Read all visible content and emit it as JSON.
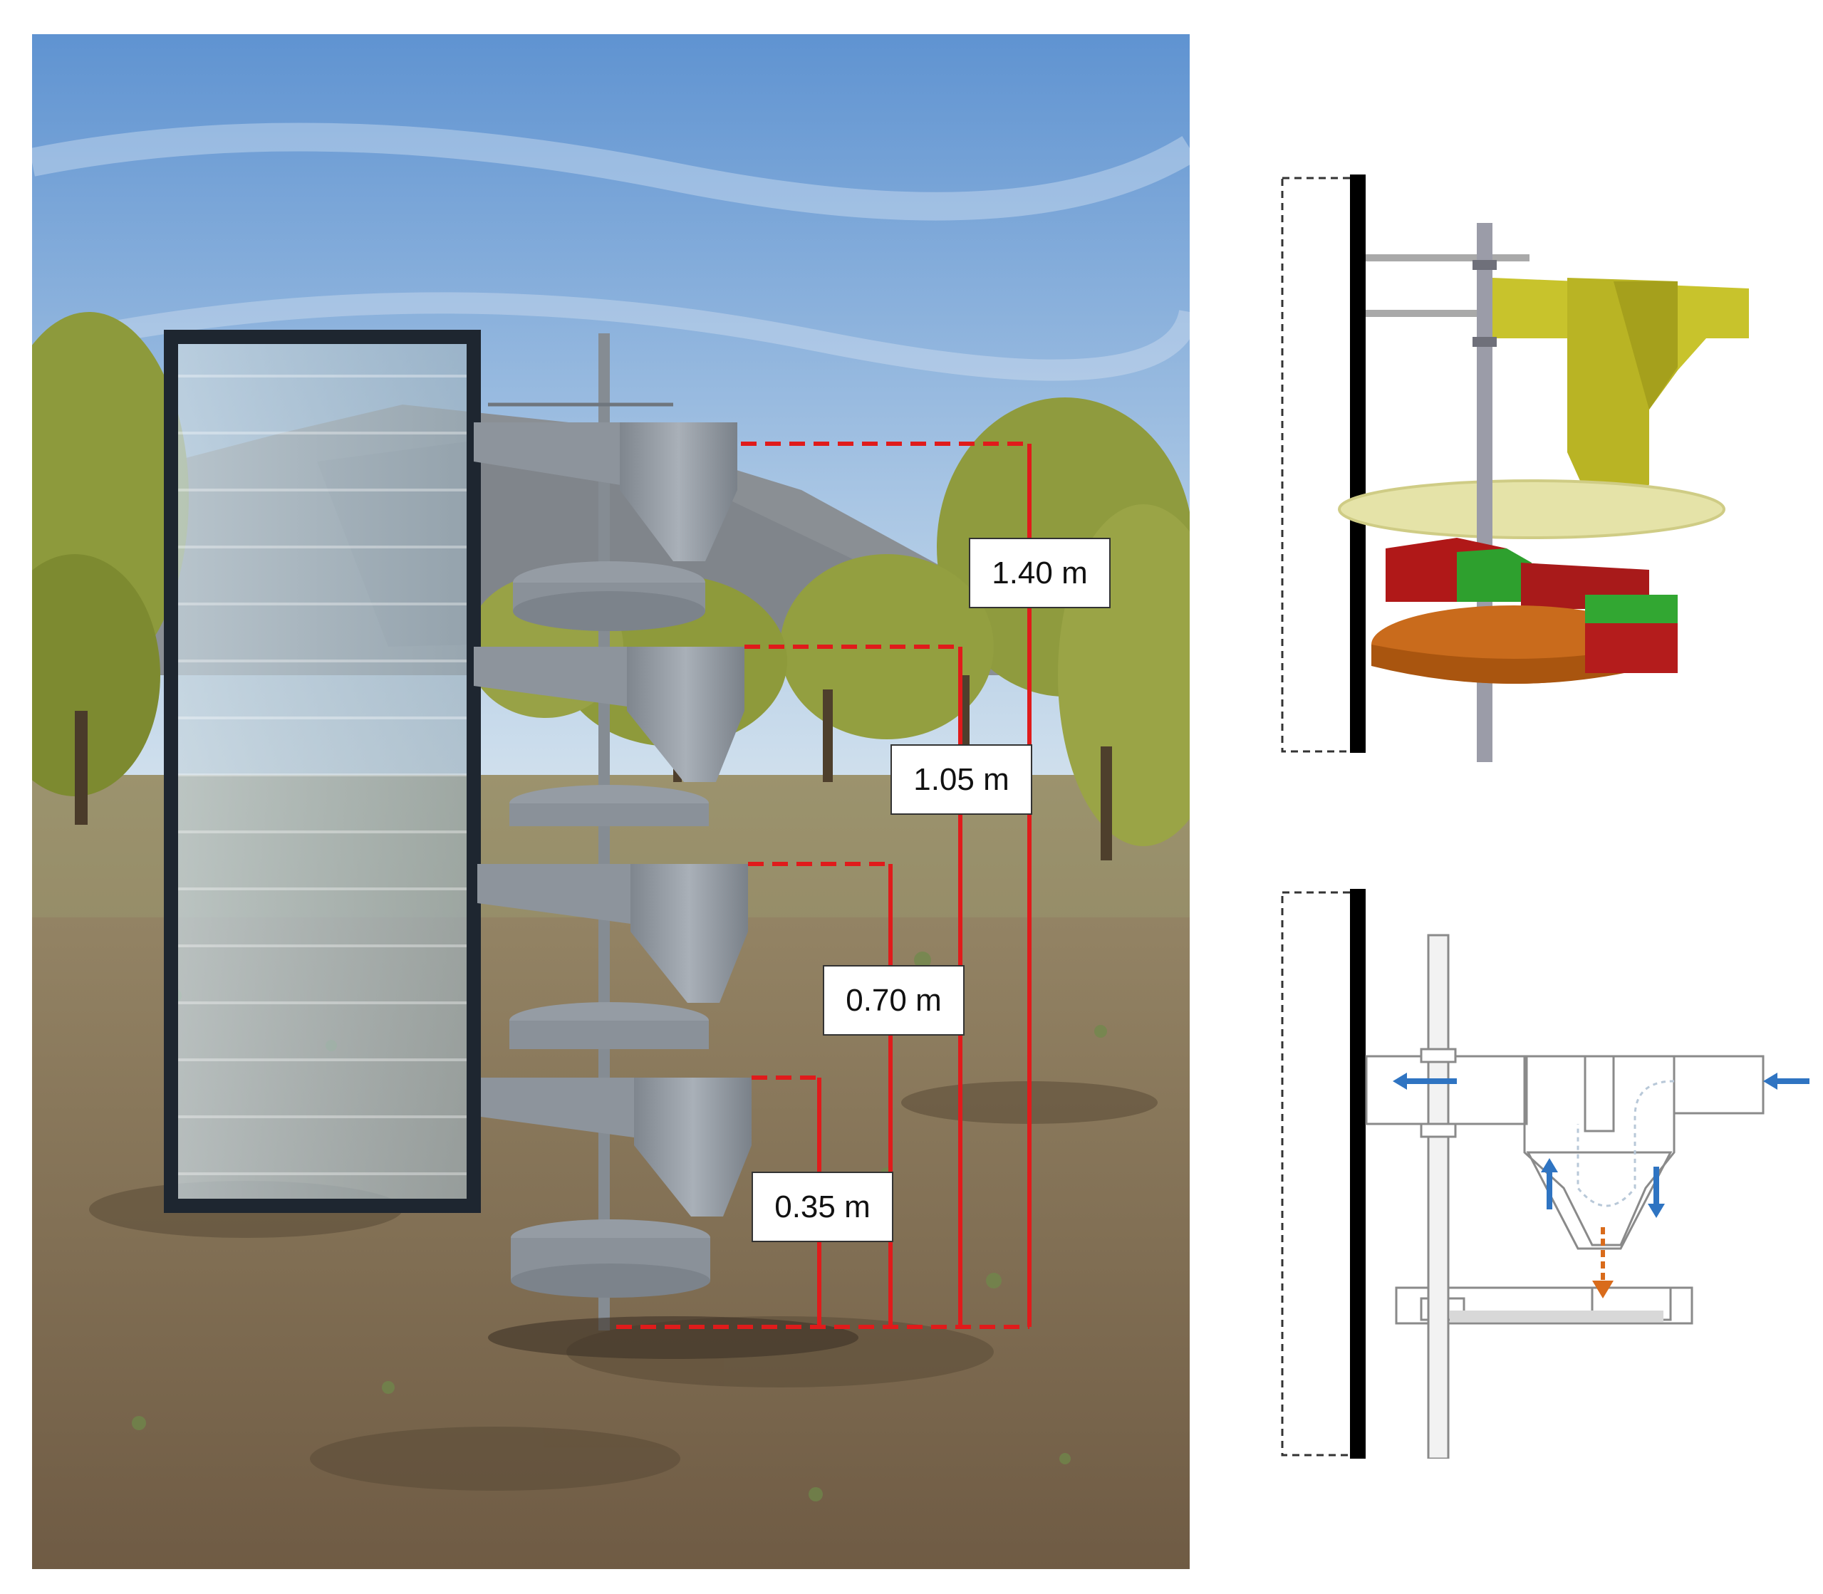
{
  "photo": {
    "description_icon": "dust-sampler-photo",
    "colors": {
      "sky_top": "#6f9fd6",
      "sky_bottom": "#c9dcec",
      "ground": "#8a7a5e",
      "tree": "#8a9a38",
      "frame": "#1e2630",
      "collector": "#8d949c",
      "dimension_line": "#e01b1b"
    }
  },
  "heights": {
    "h4": "1.40 m",
    "h3": "1.05 m",
    "h2": "0.70 m",
    "h1": "0.35 m"
  },
  "panels": {
    "top_icon": "exploded-3d-model-icon",
    "bottom_icon": "cross-section-airflow-icon",
    "colors": {
      "hopper": "#c8c32c",
      "plate": "#e5e3a8",
      "red_box": "#b01818",
      "green_box": "#2ea02e",
      "orange_disc": "#c96b1c",
      "arrow": "#2f74c2",
      "particle_arrow": "#d96b1b"
    }
  }
}
